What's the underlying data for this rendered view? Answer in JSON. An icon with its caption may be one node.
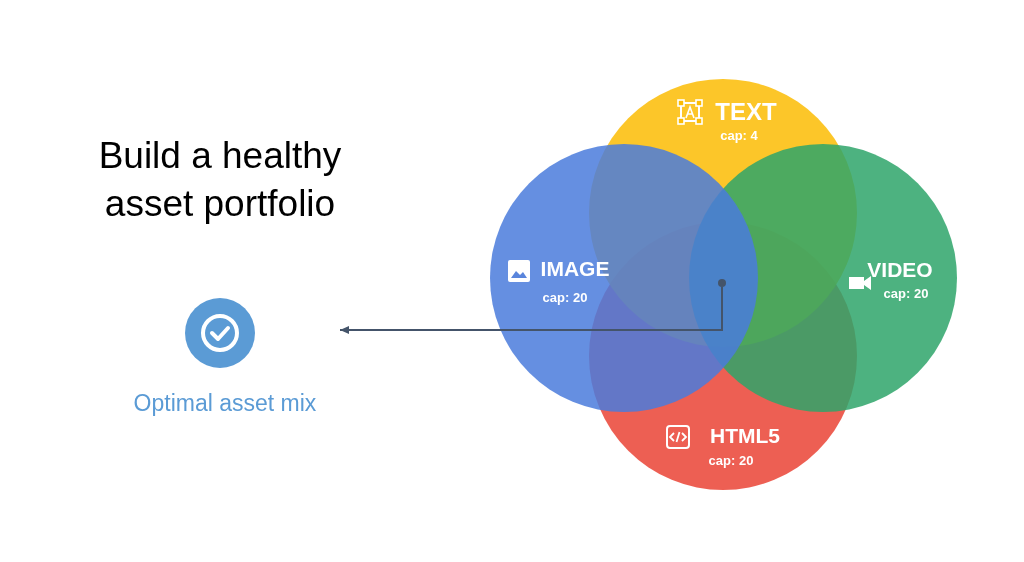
{
  "diagram": {
    "title": "Build a healthy asset portfolio",
    "nodes": [
      {
        "text": [
          "TEXT",
          "cap: 4"
        ]
      },
      {
        "text": [
          "IMAGE",
          "cap: 20"
        ]
      },
      {
        "text": [
          "VIDEO",
          "cap: 20"
        ]
      },
      {
        "text": [
          "HTML5",
          "cap: 20"
        ]
      },
      {
        "text": [
          "Optimal asset mix"
        ]
      },
      {
        "text": [],
        "shape": "circle"
      }
    ],
    "edges": [
      {
        "from": 5,
        "to": 4,
        "arrow": "to"
      }
    ]
  }
}
